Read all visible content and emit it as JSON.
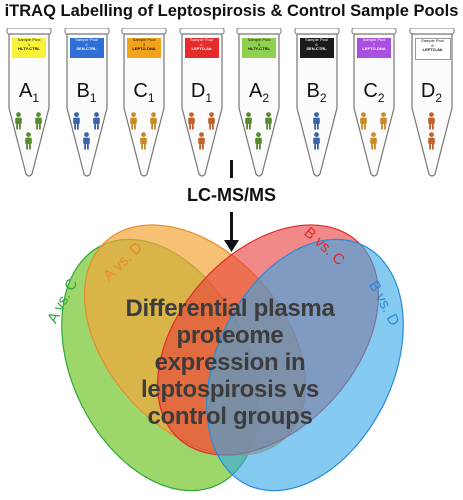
{
  "title": "iTRAQ Labelling of Leptospirosis & Control Sample Pools",
  "tubes": [
    {
      "letter": "A",
      "sub": "1",
      "pool_label": "Sample Pool",
      "pool_num": "1",
      "pool_code": "HLTY-CTRL",
      "label_color": "#f7f13a",
      "person_color": "#5a8a2e",
      "people": 3
    },
    {
      "letter": "B",
      "sub": "1",
      "pool_label": "Sample Pool",
      "pool_num": "2",
      "pool_code": "SEN-CTRL",
      "label_color": "#2f6fd6",
      "person_color": "#3a64a8",
      "people": 3
    },
    {
      "letter": "C",
      "sub": "1",
      "pool_label": "Sample Pool",
      "pool_num": "3",
      "pool_code": "LEPTO-DNA",
      "label_color": "#f2a31b",
      "person_color": "#c98a2b",
      "people": 3
    },
    {
      "letter": "D",
      "sub": "1",
      "pool_label": "Sample Pool",
      "pool_num": "4",
      "pool_code": "LEPTO-Ab",
      "label_color": "#e52b2b",
      "person_color": "#c0622d",
      "people": 3
    },
    {
      "letter": "A",
      "sub": "2",
      "pool_label": "Sample Pool",
      "pool_num": "5",
      "pool_code": "HLTY-CTRL",
      "label_color": "#8fd14f",
      "person_color": "#5a8a2e",
      "people": 3
    },
    {
      "letter": "B",
      "sub": "2",
      "pool_label": "Sample Pool",
      "pool_num": "6",
      "pool_code": "SEN-CTRL",
      "label_color": "#1b1b1b",
      "person_color": "#3a64a8",
      "people": 2
    },
    {
      "letter": "C",
      "sub": "2",
      "pool_label": "Sample Pool",
      "pool_num": "7",
      "pool_code": "LEPTO-DNA",
      "label_color": "#a94fe0",
      "person_color": "#c98a2b",
      "people": 3
    },
    {
      "letter": "D",
      "sub": "2",
      "pool_label": "Sample Pool",
      "pool_num": "8",
      "pool_code": "LEPTO-Ab",
      "label_color": "#ffffff",
      "person_color": "#c0622d",
      "people": 2
    }
  ],
  "method": "LC-MS/MS",
  "venn": {
    "sets": [
      {
        "label": "A vs. C",
        "color": "#2fa83a",
        "fill": "#7cc93a"
      },
      {
        "label": "A vs. D",
        "color": "#e88a2a",
        "fill": "#f2a73a"
      },
      {
        "label": "B vs. C",
        "color": "#e02a2a",
        "fill": "#ea3a3a"
      },
      {
        "label": "B vs. D",
        "color": "#2a8ad8",
        "fill": "#34a6e6"
      }
    ],
    "center_text": [
      "Differential plasma",
      "proteome",
      "expression in",
      "leptospirosis vs",
      "control groups"
    ]
  }
}
